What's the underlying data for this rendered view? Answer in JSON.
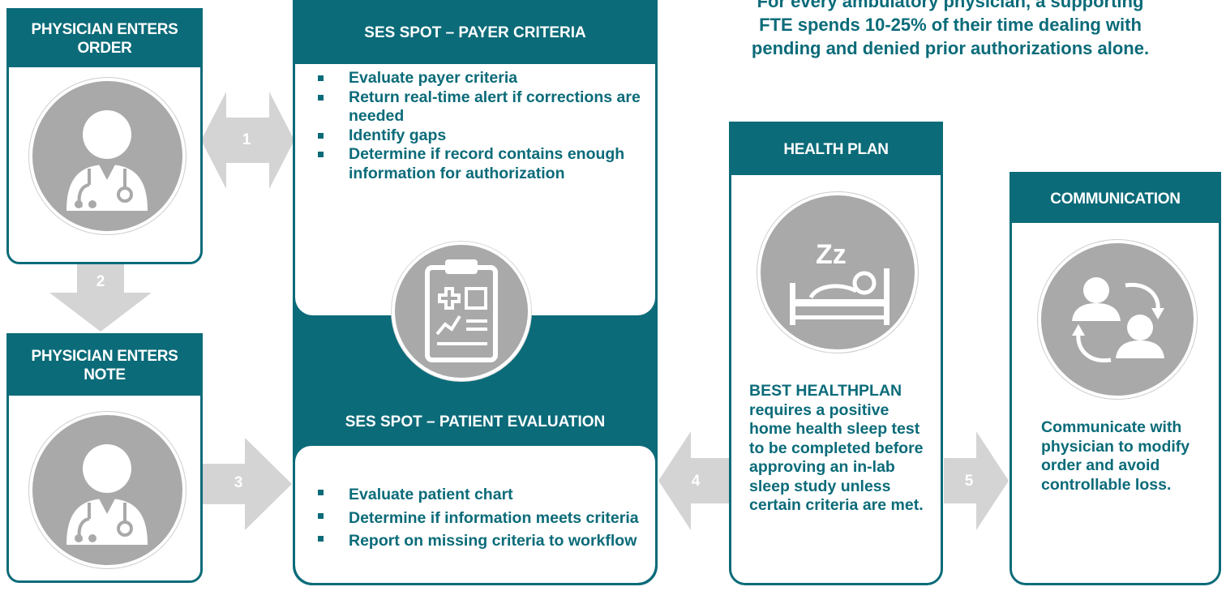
{
  "colors": {
    "teal": "#0b6b79",
    "arrow_gray": "#d4d4d4",
    "icon_gray": "#a9a9a9"
  },
  "order_card": {
    "title": "PHYSICIAN ENTERS ORDER",
    "icon": "physician-icon"
  },
  "note_card": {
    "title": "PHYSICIAN ENTERS NOTE",
    "icon": "physician-icon"
  },
  "payer_card": {
    "title": "SES SPOT – PAYER CRITERIA",
    "bullets": [
      "Evaluate payer criteria",
      "Return real-time alert if corrections are needed",
      "Identify gaps",
      "Determine if record contains enough information for authorization"
    ],
    "icon": "clipboard-chart-icon"
  },
  "patient_card": {
    "title": "SES SPOT – PATIENT EVALUATION",
    "bullets": [
      "Evaluate patient chart",
      "Determine if information meets criteria",
      "Report on missing criteria to workflow"
    ]
  },
  "health_plan_card": {
    "title": "HEALTH PLAN",
    "icon": "sleeping-bed-icon",
    "icon_text": "Zz",
    "heading": "BEST HEALTHPLAN",
    "body": "requires a positive home health sleep test to be completed before approving an in-lab sleep study unless certain criteria are met."
  },
  "communication_card": {
    "title": "COMMUNICATION",
    "icon": "user-exchange-icon",
    "body": "Communicate with physician to modify order and avoid controllable loss."
  },
  "arrows": [
    "1",
    "2",
    "3",
    "4",
    "5"
  ],
  "callout": {
    "line1": "For every ambulatory physician, a supporting",
    "line2": "FTE spends 10-25% of their time dealing with",
    "line3": "pending and denied prior authorizations alone."
  }
}
